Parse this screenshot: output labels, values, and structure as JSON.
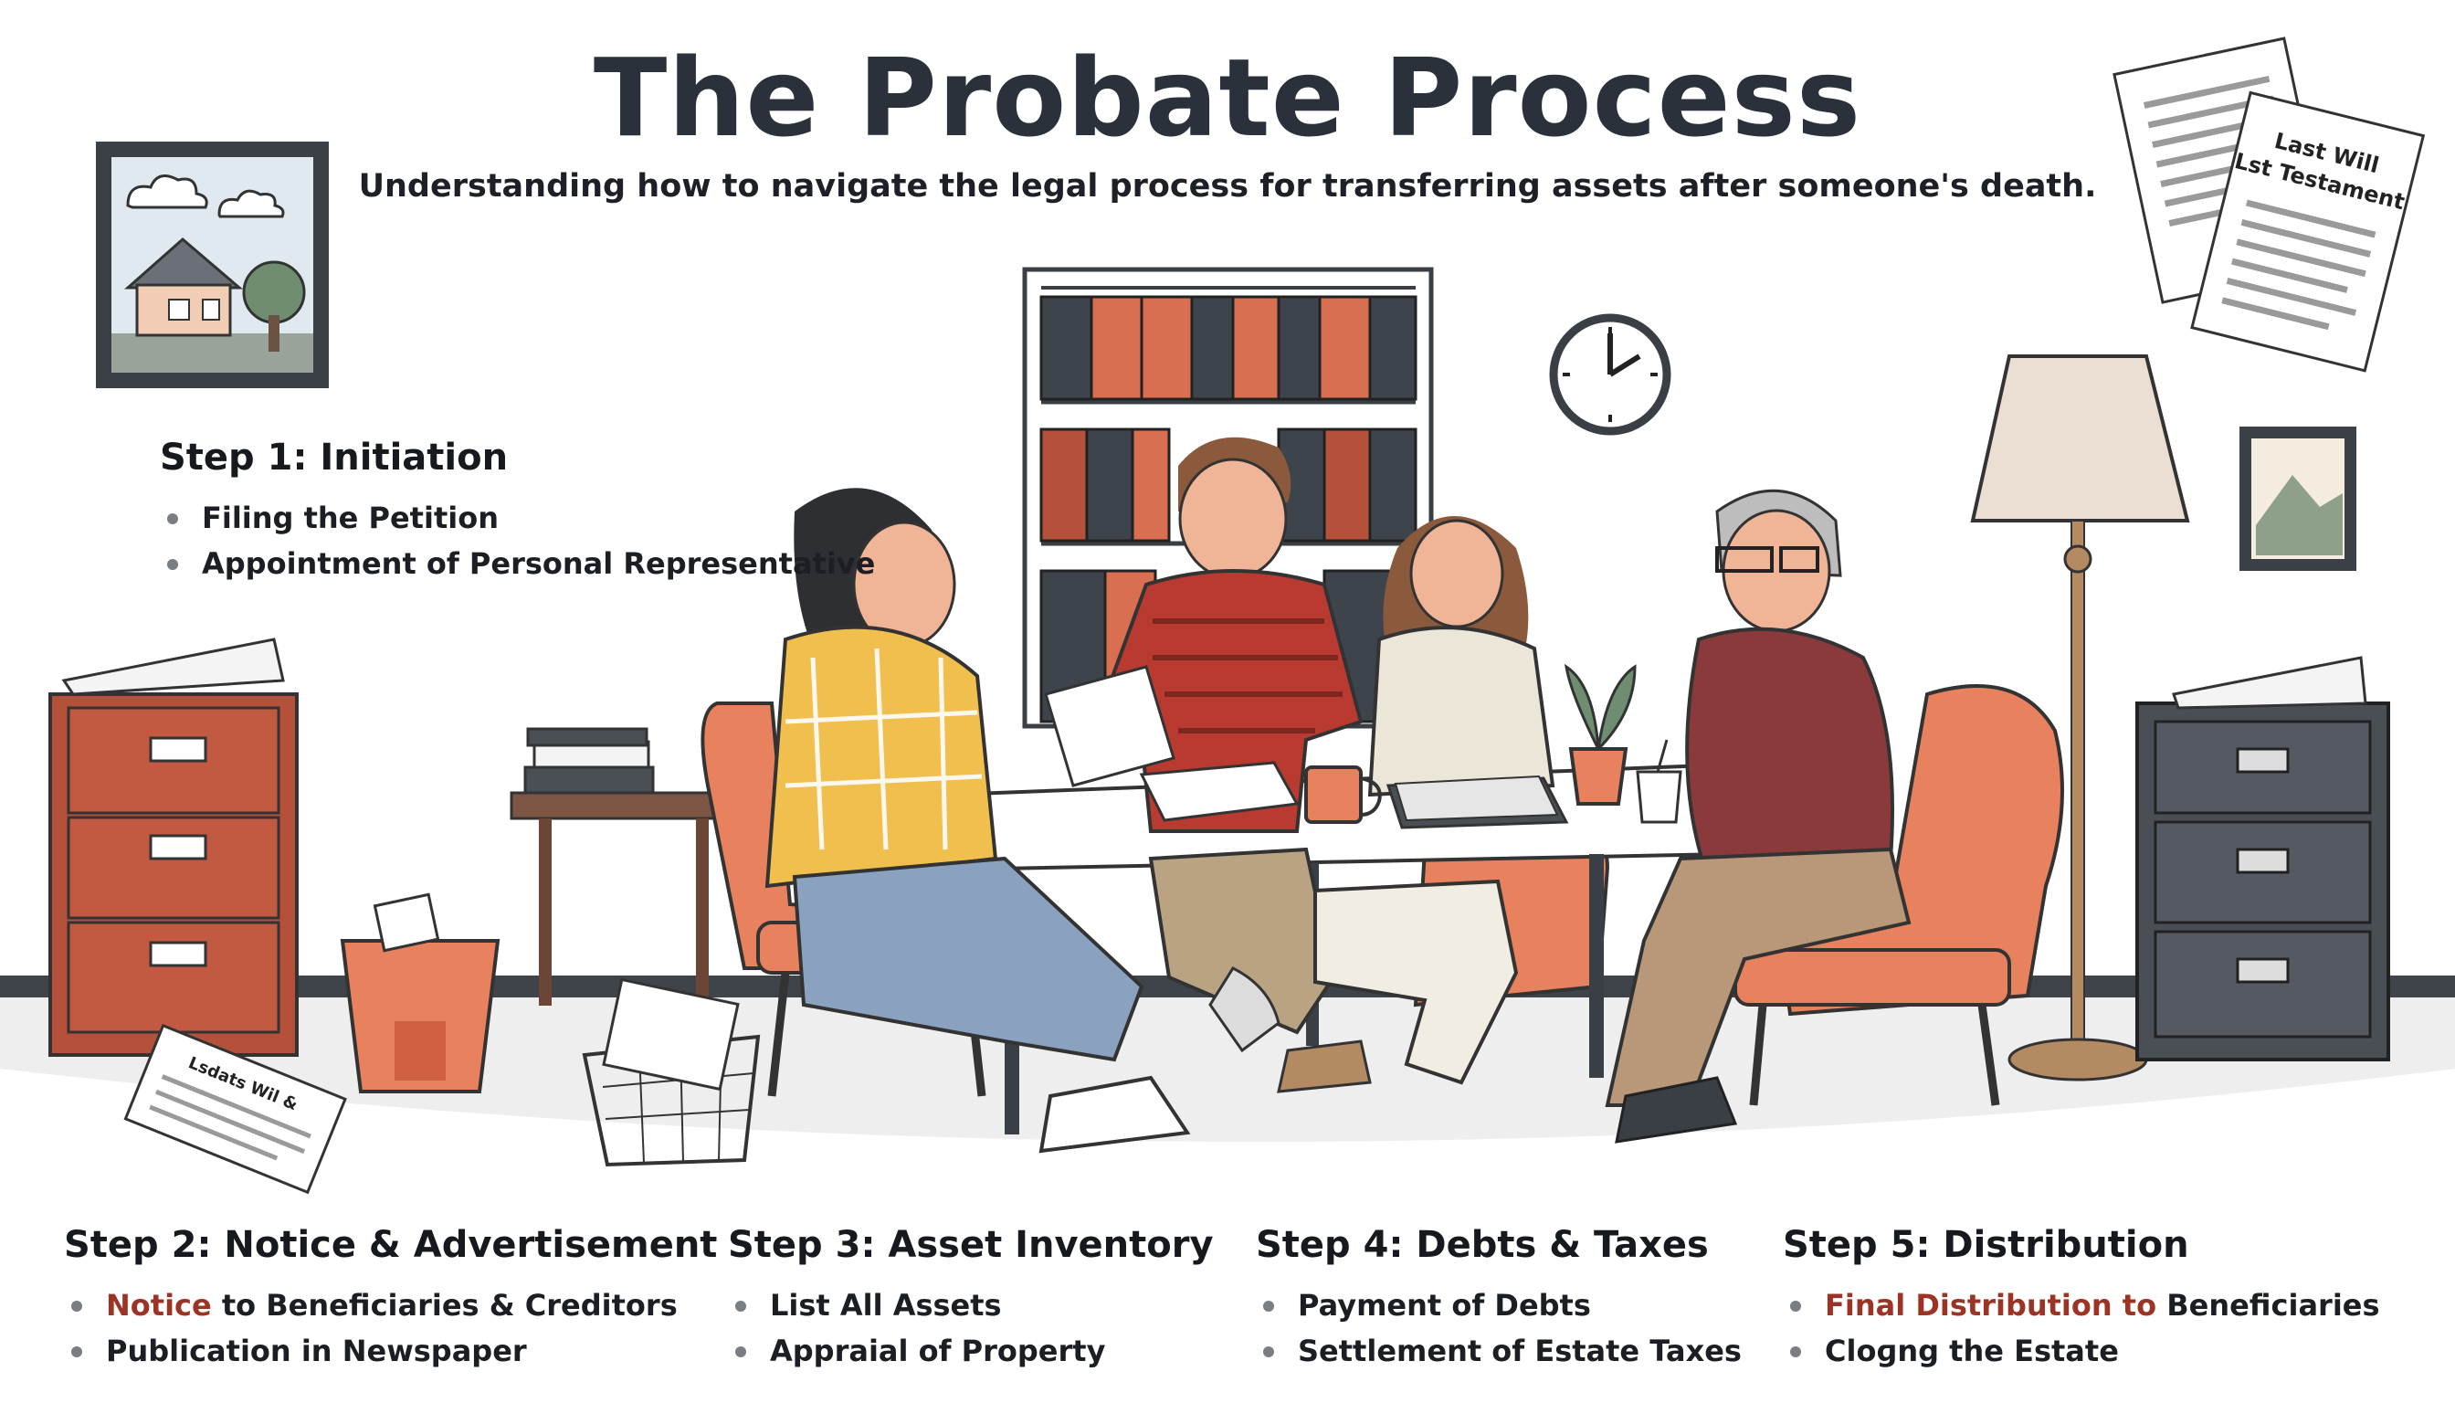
{
  "header": {
    "title": "The Probate Process",
    "subtitle": "Understanding how to navigate the legal process for transferring assets after someone's death."
  },
  "illustration": {
    "will_document_title_line1": "Last Will",
    "will_document_title_line2": "Lst Testament",
    "floor_paper_text": "Lsdats Wil &"
  },
  "steps": [
    {
      "title": "Step 1: Initiation",
      "items": [
        {
          "text": "Filing the Petition"
        },
        {
          "text": "Appointment of Personal Representative"
        }
      ]
    },
    {
      "title": "Step 2: Notice & Advertisement",
      "items": [
        {
          "highlight": "Notice",
          "text": " to Beneficiaries & Creditors"
        },
        {
          "text": "Publication in Newspaper"
        }
      ]
    },
    {
      "title": "Step 3: Asset Inventory",
      "items": [
        {
          "text": "List All Assets"
        },
        {
          "text": "Appraial of Property"
        }
      ]
    },
    {
      "title": "Step 4: Debts & Taxes",
      "items": [
        {
          "text": "Payment of Debts"
        },
        {
          "text": "Settlement of Estate Taxes"
        }
      ]
    },
    {
      "title": "Step 5: Distribution",
      "items": [
        {
          "highlight": "Final Distribution to",
          "text": " Beneficiaries"
        },
        {
          "text": "Cloɡng the Estate"
        }
      ]
    }
  ],
  "colors": {
    "title": "#2a313b",
    "accent_text": "#9c3426",
    "cabinet_red": "#b5503a",
    "chair_orange": "#e8825e",
    "cabinet_dark": "#4a4f56"
  }
}
